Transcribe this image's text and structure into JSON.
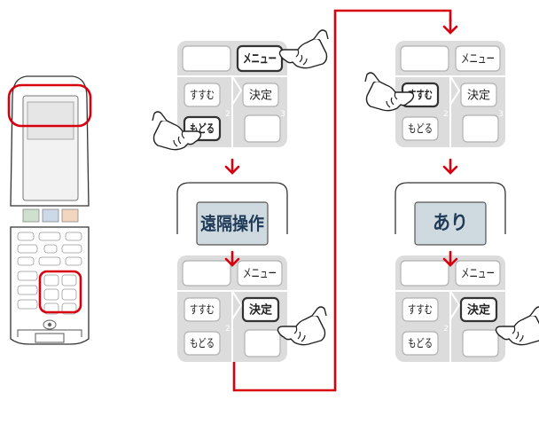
{
  "colors": {
    "accent_red": "#d7000f",
    "panel_gray": "#dcdcdc",
    "key_fill": "#ffffff",
    "key_border_light": "#b0b0b0",
    "key_border_dark": "#333333",
    "display_fill": "#cfd9e0",
    "display_text": "#1f3b57",
    "button_green": "#c9ddc9",
    "button_blue": "#cdd8e8",
    "button_orange": "#f2d6bf"
  },
  "keys": {
    "menu": "メニュー",
    "advance": "すすむ",
    "back": "もどる",
    "confirm": "決定",
    "num2": "2",
    "num3": "3"
  },
  "displays": {
    "left": "遠隔操作",
    "right": "あり"
  },
  "steps": [
    {
      "id": "step1",
      "pressed": "menu",
      "hand": "menu-right"
    },
    {
      "id": "step2",
      "pressed": "back",
      "hand": "back-left"
    },
    {
      "id": "step3",
      "pressed": "confirm",
      "hand": "confirm-right"
    },
    {
      "id": "step4",
      "pressed": "advance",
      "hand": "advance-left"
    },
    {
      "id": "step5",
      "pressed": "confirm",
      "hand": "confirm-right"
    }
  ],
  "icons": [
    "remote-control-icon",
    "pointing-hand-icon",
    "down-arrow-icon",
    "flow-connector-line"
  ]
}
